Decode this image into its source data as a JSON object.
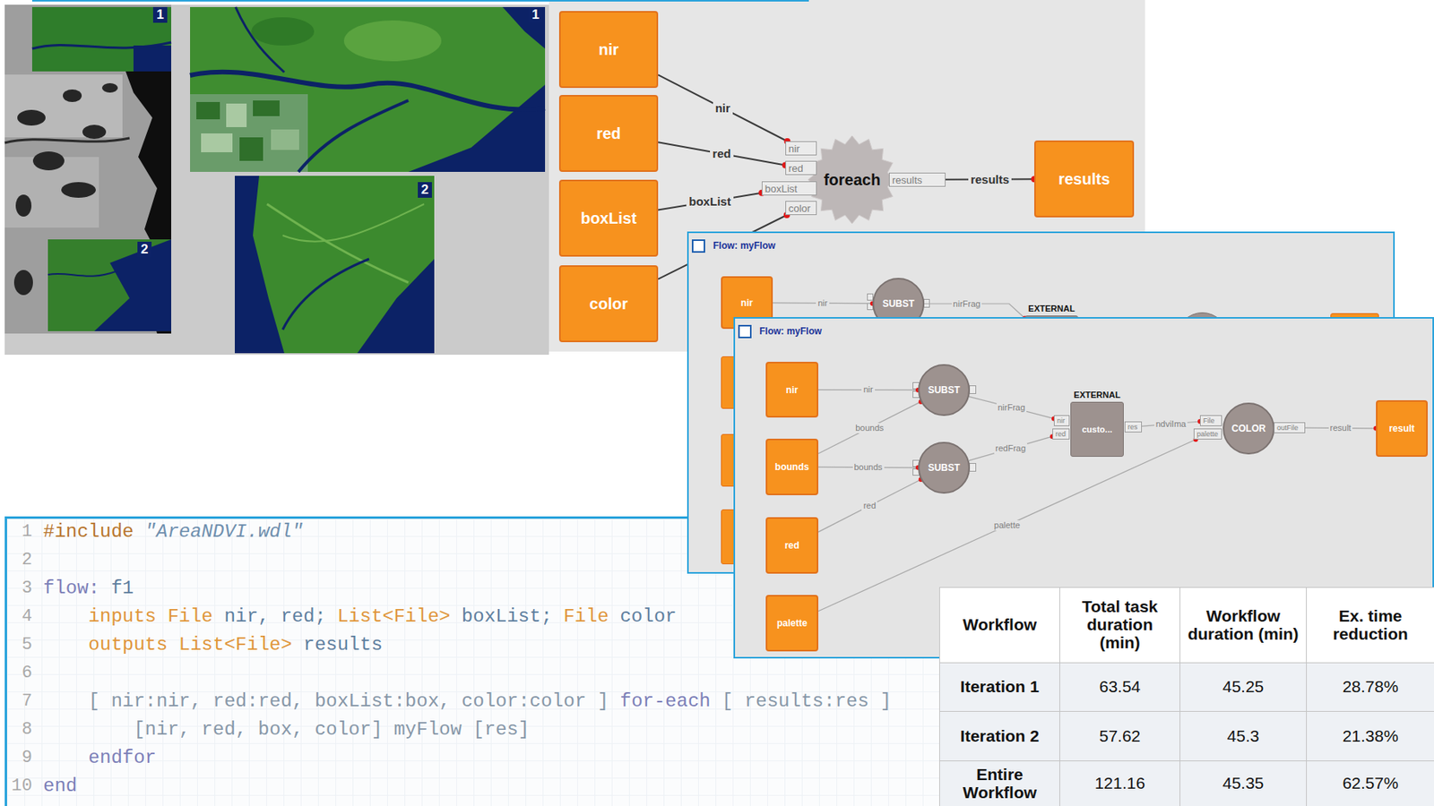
{
  "diagram": {
    "nodes": [
      {
        "text": [
          "nir"
        ]
      },
      {
        "text": [
          "red"
        ]
      },
      {
        "text": [
          "boxList"
        ]
      },
      {
        "text": [
          "color"
        ]
      },
      {
        "text": [
          "foreach"
        ]
      },
      {
        "text": [
          "nir"
        ]
      },
      {
        "text": [
          "red"
        ]
      },
      {
        "text": [
          "boxList"
        ]
      },
      {
        "text": [
          "color"
        ]
      },
      {
        "text": [
          "results"
        ]
      },
      {
        "text": [
          "results"
        ]
      },
      {
        "text": [
          "Flow: myFlow"
        ]
      },
      {
        "text": [
          "nir"
        ],
        "in": 11
      },
      {
        "text": [
          "SUBST"
        ],
        "in": 11
      },
      {
        "text": [
          "EXTERNAL"
        ],
        "in": 11
      },
      {
        "text": [
          "Flow: myFlow"
        ]
      },
      {
        "text": [
          "nir"
        ],
        "in": 15
      },
      {
        "text": [
          "bounds"
        ],
        "in": 15
      },
      {
        "text": [
          "red"
        ],
        "in": 15
      },
      {
        "text": [
          "palette"
        ],
        "in": 15
      },
      {
        "text": [
          "SUBST"
        ],
        "in": 15
      },
      {
        "text": [
          "SUBST"
        ],
        "in": 15
      },
      {
        "text": [
          "nir"
        ],
        "in": 15
      },
      {
        "text": [
          "red"
        ],
        "in": 15
      },
      {
        "text": [
          "EXTERNAL",
          "custo..."
        ],
        "in": 15
      },
      {
        "text": [
          "res"
        ],
        "in": 15
      },
      {
        "text": [
          "File"
        ],
        "in": 15
      },
      {
        "text": [
          "palette"
        ],
        "in": 15
      },
      {
        "text": [
          "COLOR"
        ],
        "in": 15
      },
      {
        "text": [
          "outFile"
        ],
        "in": 15
      },
      {
        "text": [
          "result"
        ],
        "in": 15
      }
    ],
    "edges": [
      {
        "from": 0,
        "to": 5,
        "label": "nir",
        "arrow": "none"
      },
      {
        "from": 1,
        "to": 6,
        "label": "red",
        "arrow": "none"
      },
      {
        "from": 2,
        "to": 7,
        "label": "boxList",
        "arrow": "none"
      },
      {
        "from": 3,
        "to": 8,
        "arrow": "none"
      },
      {
        "from": 9,
        "to": 10,
        "label": "results",
        "arrow": "none"
      },
      {
        "from": 12,
        "to": 13,
        "label": "nir",
        "arrow": "none"
      },
      {
        "from": 13,
        "to": 14,
        "label": "nirFrag",
        "arrow": "none"
      },
      {
        "from": 16,
        "to": 20,
        "label": "nir",
        "arrow": "none"
      },
      {
        "from": 17,
        "to": 20,
        "label": "bounds",
        "arrow": "none"
      },
      {
        "from": 17,
        "to": 21,
        "label": "bounds",
        "arrow": "none"
      },
      {
        "from": 18,
        "to": 21,
        "label": "red",
        "arrow": "none"
      },
      {
        "from": 20,
        "to": 22,
        "label": "nirFrag",
        "arrow": "none"
      },
      {
        "from": 21,
        "to": 23,
        "label": "redFrag",
        "arrow": "none"
      },
      {
        "from": 25,
        "to": 26,
        "label": "ndviIma",
        "arrow": "none"
      },
      {
        "from": 19,
        "to": 27,
        "label": "palette",
        "arrow": "none"
      },
      {
        "from": 29,
        "to": 30,
        "label": "result",
        "arrow": "none"
      }
    ],
    "labels": [
      "1",
      "2",
      "1",
      "2",
      "1",
      "2",
      "3",
      "4",
      "5",
      "6",
      "7",
      "8",
      "9",
      "10",
      "#include",
      "\"AreaNDVI.wdl\"",
      "flow:",
      "f1",
      "inputs",
      "File",
      "nir, red;",
      "List<File>",
      "boxList;",
      "File",
      "color",
      "outputs",
      "List<File>",
      "results",
      "[ nir:nir, red:red, boxList:box, color:color ]",
      "for-each",
      "[ results:res ]",
      "[nir, red, box, color] myFlow [res]",
      "endfor",
      "end",
      "Workflow",
      "Total task duration (min)",
      "Workflow duration (min)",
      "Ex. time reduction",
      "Iteration 1",
      "63.54",
      "45.25",
      "28.78%",
      "Iteration 2",
      "57.62",
      "45.3",
      "21.38%",
      "Entire Workflow",
      "121.16",
      "45.35",
      "62.57%"
    ]
  }
}
